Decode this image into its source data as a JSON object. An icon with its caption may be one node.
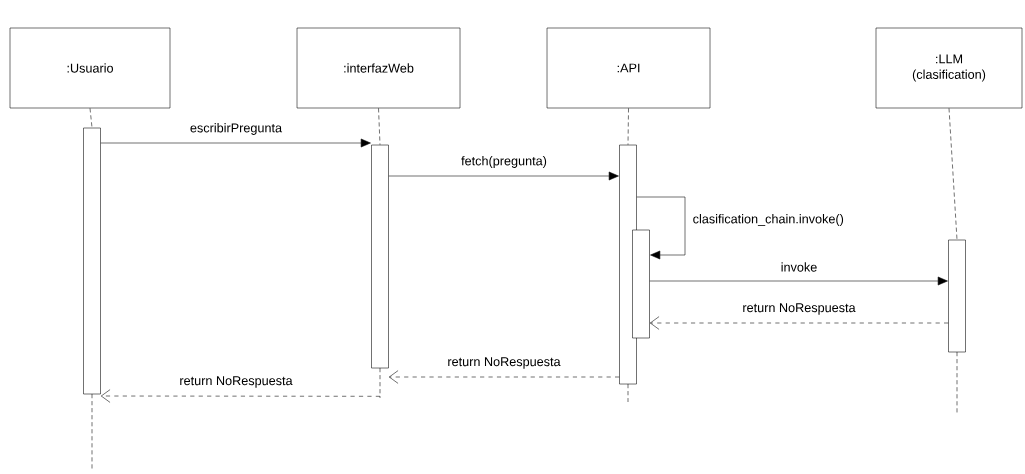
{
  "diagram": {
    "nodes": [
      {
        "text": [
          ":Usuario"
        ]
      },
      {
        "text": [
          ":interfazWeb"
        ]
      },
      {
        "text": [
          ":API"
        ]
      },
      {
        "text": [
          ":LLM (clasification)"
        ]
      },
      {
        "text": [],
        "shape": "bar"
      },
      {
        "text": [],
        "shape": "bar"
      },
      {
        "text": [],
        "shape": "bar"
      },
      {
        "text": [],
        "shape": "bar"
      },
      {
        "text": [],
        "shape": "bar"
      }
    ],
    "edges": [
      {
        "from": 4,
        "to": 5,
        "arrow": "to",
        "label": "escribirPregunta"
      },
      {
        "from": 5,
        "to": 6,
        "arrow": "to",
        "label": "fetch(pregunta)"
      },
      {
        "from": 6,
        "to": 7,
        "arrow": "to",
        "label": "clasification_chain.invoke()"
      },
      {
        "from": 7,
        "to": 8,
        "arrow": "to",
        "label": "invoke"
      },
      {
        "from": 8,
        "to": 7,
        "arrow": "to",
        "label": "return NoRespuesta",
        "style": "dashed"
      },
      {
        "from": 6,
        "to": 5,
        "arrow": "to",
        "label": "return NoRespuesta",
        "style": "dashed"
      },
      {
        "from": 5,
        "to": 4,
        "arrow": "to",
        "label": "return NoRespuesta",
        "style": "dashed"
      },
      {
        "from": 0,
        "to": 4,
        "arrow": "none",
        "style": "dashed"
      },
      {
        "from": 1,
        "to": 5,
        "arrow": "none",
        "style": "dashed"
      },
      {
        "from": 2,
        "to": 6,
        "arrow": "none",
        "style": "dashed"
      },
      {
        "from": 3,
        "to": 8,
        "arrow": "none",
        "style": "dashed"
      }
    ]
  }
}
